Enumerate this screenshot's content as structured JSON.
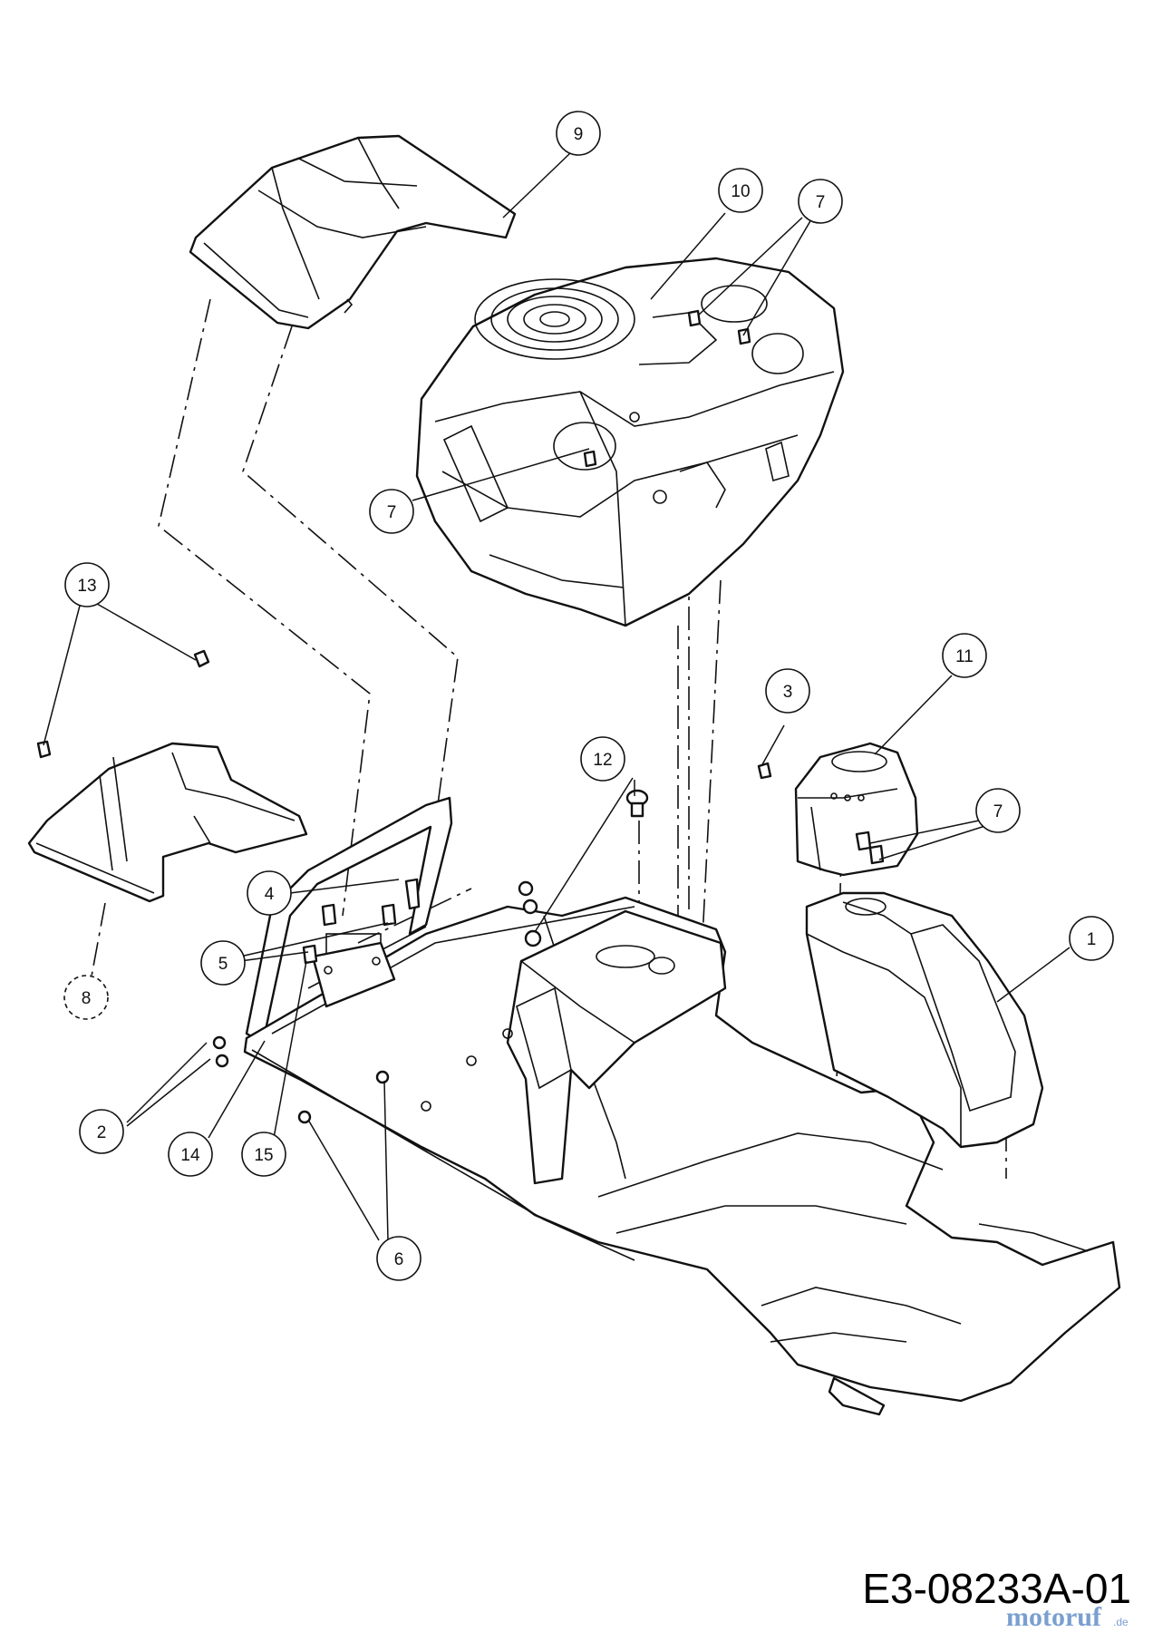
{
  "diagram": {
    "callouts": [
      {
        "id": "c9",
        "label": "9"
      },
      {
        "id": "c10",
        "label": "10"
      },
      {
        "id": "c7a",
        "label": "7"
      },
      {
        "id": "c7b",
        "label": "7"
      },
      {
        "id": "c13",
        "label": "13"
      },
      {
        "id": "c11",
        "label": "11"
      },
      {
        "id": "c3",
        "label": "3"
      },
      {
        "id": "c12",
        "label": "12"
      },
      {
        "id": "c7c",
        "label": "7"
      },
      {
        "id": "c4",
        "label": "4"
      },
      {
        "id": "c1",
        "label": "1"
      },
      {
        "id": "c5",
        "label": "5"
      },
      {
        "id": "c8",
        "label": "8"
      },
      {
        "id": "c2",
        "label": "2"
      },
      {
        "id": "c14",
        "label": "14"
      },
      {
        "id": "c15",
        "label": "15"
      },
      {
        "id": "c6",
        "label": "6"
      }
    ],
    "drawing_code": "E3-08233A-01",
    "watermark": {
      "main": "motoruf",
      "suffix": ".de"
    }
  }
}
